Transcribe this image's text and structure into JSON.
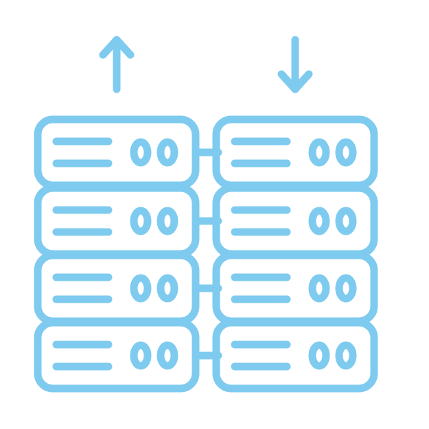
{
  "icon": {
    "name": "server-rack-data-transfer-icon",
    "color": "#7ECBEF",
    "background": "#FFFFFF"
  },
  "arrows": [
    {
      "name": "upload-arrow-icon",
      "direction": "up"
    },
    {
      "name": "download-arrow-icon",
      "direction": "down"
    }
  ],
  "racks": [
    {
      "name": "server-rack-left",
      "units": 4
    },
    {
      "name": "server-rack-right",
      "units": 4
    }
  ],
  "unit_details": {
    "lines_per_unit": 2,
    "indicators_per_unit": 2
  }
}
